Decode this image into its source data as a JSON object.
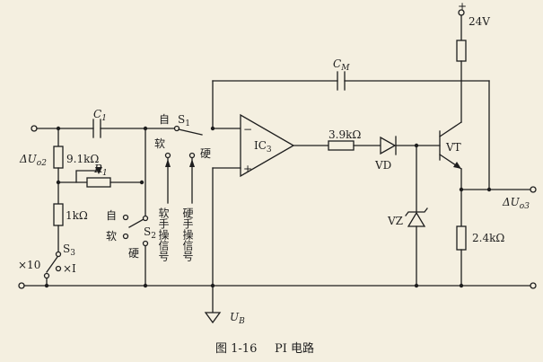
{
  "labels": {
    "supply": "24V",
    "cm": "C",
    "cm_sub": "M",
    "c1": "C",
    "c1_sub": "1",
    "s1_auto": "自",
    "s1": "S",
    "s1_sub": "1",
    "s1_soft": "软",
    "s1_hard": "硬",
    "du_in": "ΔU",
    "du_in_sub": "o2",
    "r_91k": "9.1kΩ",
    "r1": "R",
    "r1_sub": "1",
    "r_1k": "1kΩ",
    "s2_auto": "自",
    "s2_soft": "软",
    "s2": "S",
    "s2_sub": "2",
    "s2_hard": "硬",
    "s3": "S",
    "s3_sub": "3",
    "x10": "×10",
    "x1": "×I",
    "soft_signal": "软手操信号",
    "hard_signal": "硬手操信号",
    "ic": "IC",
    "ic_sub": "3",
    "op_minus": "−",
    "op_plus": "+",
    "r_39k": "3.9kΩ",
    "vd": "VD",
    "vt": "VT",
    "vz": "VZ",
    "r_24k": "2.4kΩ",
    "du_out": "ΔU",
    "du_out_sub": "o3",
    "ub": "U",
    "ub_sub": "B",
    "supply_plus": "+"
  },
  "caption": {
    "figure": "图 1-16",
    "title": "PI 电路"
  }
}
